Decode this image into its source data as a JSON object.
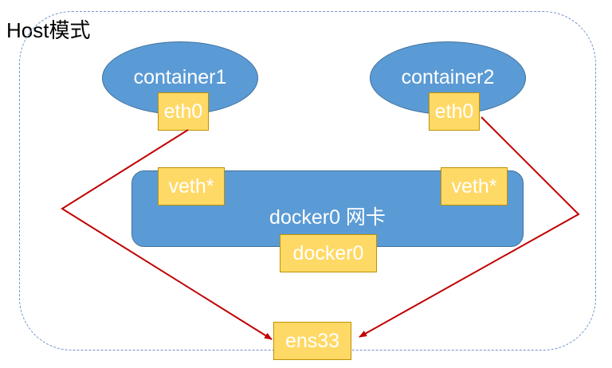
{
  "title": "Host模式",
  "containers": [
    {
      "label": "container1",
      "iface": "eth0"
    },
    {
      "label": "container2",
      "iface": "eth0"
    }
  ],
  "bridge": {
    "label": "docker0 网卡",
    "veth_left": "veth*",
    "veth_right": "veth*",
    "iface": "docker0"
  },
  "host_iface": "ens33",
  "colors": {
    "fill_blue": "#5b9bd5",
    "border_blue": "#41719c",
    "tag_yellow": "#ffd966",
    "tag_border": "#bf9000",
    "connector_red": "#c00000",
    "frame_dashed": "#6f93c9"
  }
}
